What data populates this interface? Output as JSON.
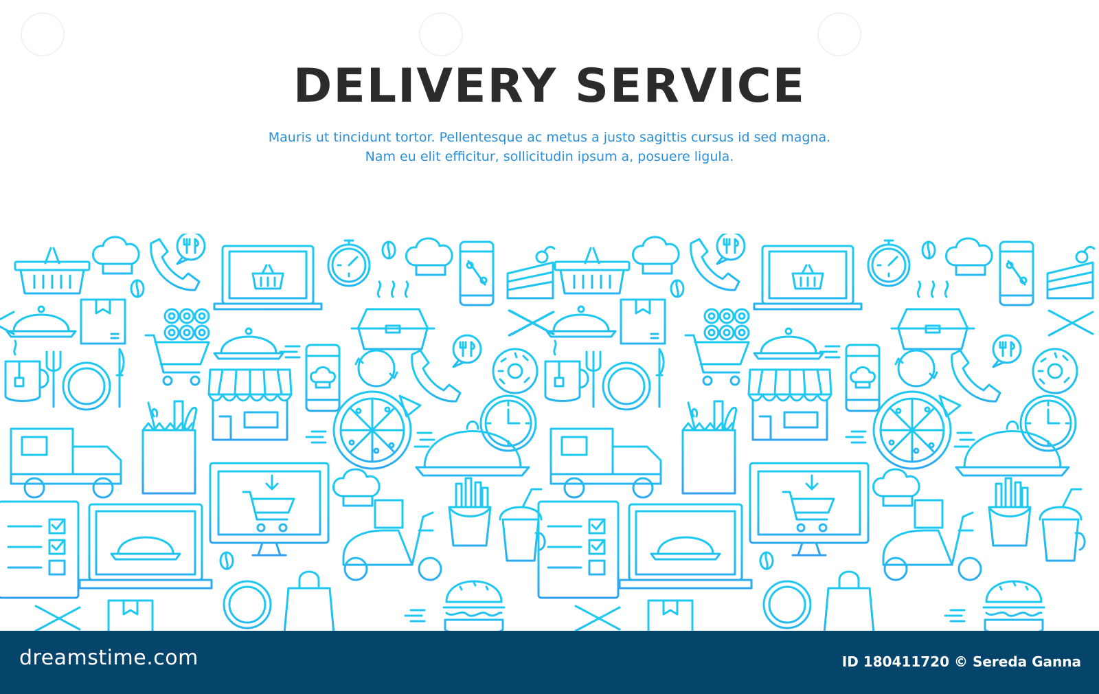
{
  "hero": {
    "title": "DELIVERY SERVICE",
    "subtitle": "Mauris ut tincidunt tortor. Pellentesque ac metus a justo sagittis cursus id sed magna. Nam eu elit efficitur, sollicitudin ipsum a, posuere ligula."
  },
  "pattern": {
    "gradient": [
      "#1ec8f0",
      "#4d6cf0",
      "#b52ee0",
      "#e82a8a",
      "#ef3028"
    ],
    "icons": [
      "basket-icon",
      "chef-hat-icon",
      "phone-icon",
      "laptop-basket-icon",
      "stopwatch-icon",
      "coffee-bean-icon",
      "smartphone-percent-icon",
      "cake-icon",
      "cloche-icon",
      "box-icon",
      "sushi-icon",
      "cart-icon",
      "food-container-icon",
      "chopsticks-icon",
      "tea-mug-icon",
      "fork-icon",
      "plate-icon",
      "knife-icon",
      "store-icon",
      "mobile-chef-icon",
      "clock-24-7-icon",
      "phone-chef-icon",
      "donut-icon",
      "delivery-truck-icon",
      "grocery-bag-icon",
      "pizza-icon",
      "wall-clock-icon",
      "monitor-cart-icon",
      "checklist-icon",
      "laptop-cloche-icon",
      "scooter-icon",
      "fries-icon",
      "drink-icon",
      "burger-icon",
      "shopping-bag-icon"
    ]
  },
  "footer": {
    "logo": "dreamstime.com",
    "credit": "ID 180411720 © Sereda Ganna",
    "background": "#06456b"
  }
}
